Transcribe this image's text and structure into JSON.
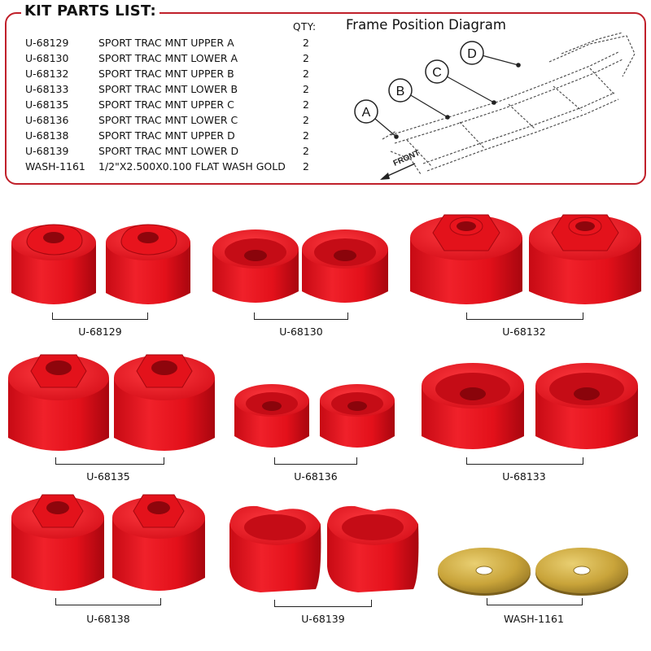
{
  "kit_list": {
    "title": "KIT PARTS LIST:",
    "qty_header": "QTY:",
    "rows": [
      {
        "part": "U-68129",
        "description": "SPORT TRAC MNT UPPER A",
        "qty": "2"
      },
      {
        "part": "U-68130",
        "description": "SPORT TRAC MNT LOWER A",
        "qty": "2"
      },
      {
        "part": "U-68132",
        "description": "SPORT TRAC MNT UPPER B",
        "qty": "2"
      },
      {
        "part": "U-68133",
        "description": "SPORT TRAC MNT LOWER B",
        "qty": "2"
      },
      {
        "part": "U-68135",
        "description": "SPORT TRAC MNT UPPER C",
        "qty": "2"
      },
      {
        "part": "U-68136",
        "description": "SPORT TRAC MNT LOWER C",
        "qty": "2"
      },
      {
        "part": "U-68138",
        "description": "SPORT TRAC MNT UPPER D",
        "qty": "2"
      },
      {
        "part": "U-68139",
        "description": "SPORT TRAC MNT LOWER D",
        "qty": "2"
      },
      {
        "part": "WASH-1161",
        "description": "1/2\"X2.500X0.100 FLAT WASH GOLD",
        "qty": "2"
      }
    ]
  },
  "diagram": {
    "title": "Frame Position Diagram",
    "callouts": [
      "A",
      "B",
      "C",
      "D"
    ],
    "front_label": "FRONT"
  },
  "gallery": {
    "labels": {
      "u68129": "U-68129",
      "u68130": "U-68130",
      "u68132": "U-68132",
      "u68135": "U-68135",
      "u68136": "U-68136",
      "u68133": "U-68133",
      "u68138": "U-68138",
      "u68139": "U-68139",
      "wash1161": "WASH-1161"
    }
  },
  "colors": {
    "accent_border": "#c0202a",
    "bushing_red": "#e0101a",
    "washer_gold": "#c9a43a"
  }
}
